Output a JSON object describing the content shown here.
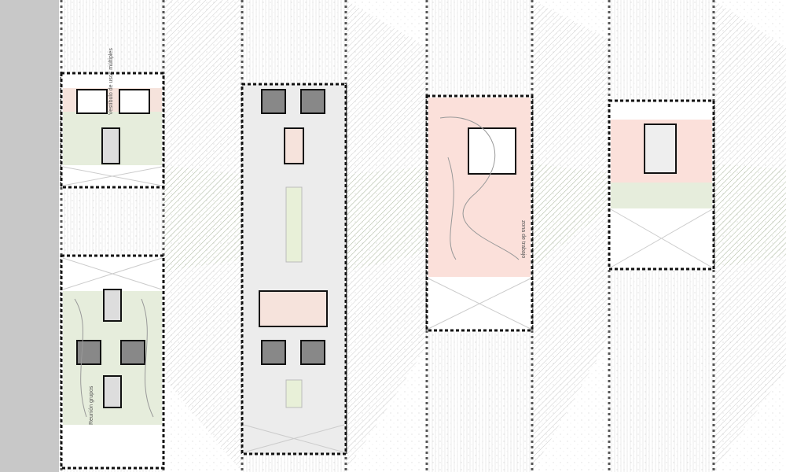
{
  "labels": {
    "multiuse_lobby": "Vestíbulo de usos múltiples",
    "group_meeting": "Reunión grupos",
    "work_zone": "zona de trabajo"
  },
  "colors": {
    "green_zone": "#e6eddc",
    "pink_zone": "#fbe0da",
    "grey_zone": "#ececec",
    "side_strip": "#c8c8c8"
  }
}
